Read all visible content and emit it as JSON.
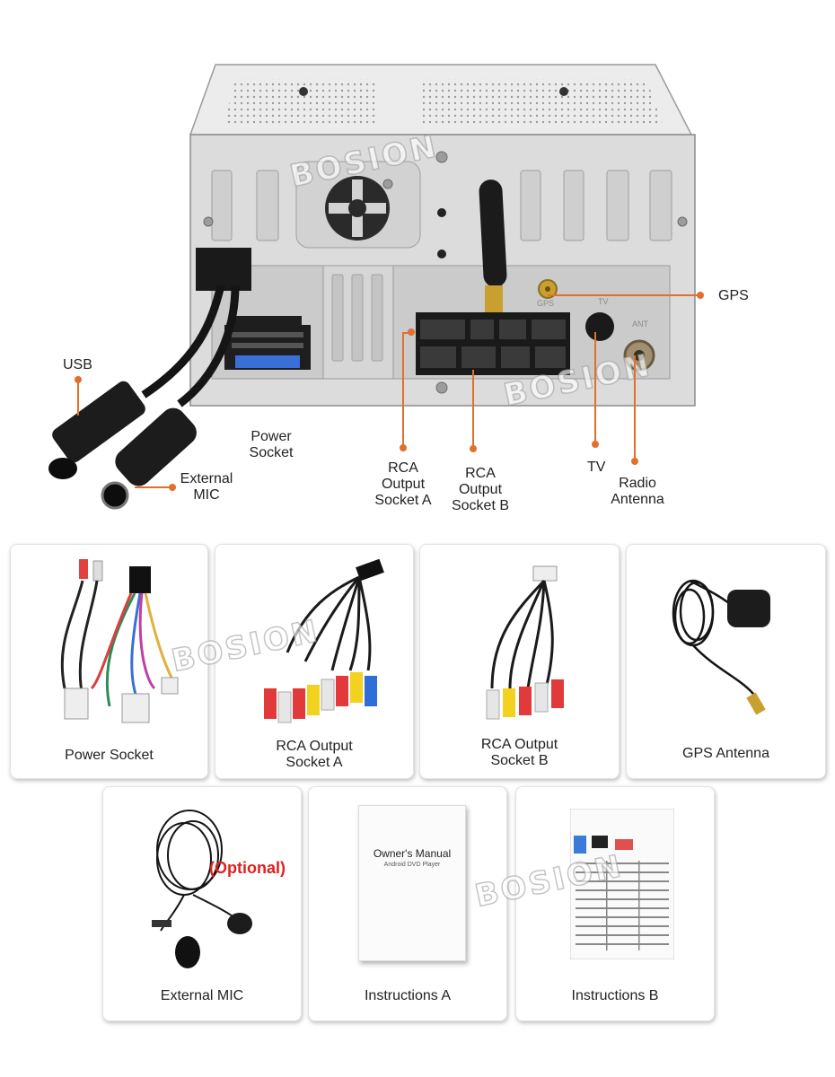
{
  "watermark": "BOSION",
  "accent_color": "#e0702a",
  "callouts": {
    "gps": "GPS",
    "usb": "USB",
    "power_socket": [
      "Power",
      "Socket"
    ],
    "external_mic": [
      "External",
      "MIC"
    ],
    "rca_a": [
      "RCA",
      "Output",
      "Socket A"
    ],
    "rca_b": [
      "RCA",
      "Output",
      "Socket B"
    ],
    "tv": "TV",
    "radio_antenna": [
      "Radio",
      "Antenna"
    ]
  },
  "panel_labels": {
    "gps_port": "GPS",
    "tv_port": "TV",
    "ant_port": "ANT"
  },
  "accessories": [
    {
      "caption": "Power Socket"
    },
    {
      "caption_lines": [
        "RCA Output",
        "Socket A"
      ]
    },
    {
      "caption_lines": [
        "RCA Output",
        "Socket B"
      ]
    },
    {
      "caption": "GPS Antenna"
    },
    {
      "caption": "External MIC",
      "badge": "(Optional)"
    },
    {
      "caption": "Instructions A",
      "manual_title": "Owner's Manual",
      "manual_subtitle": "Android DVD Player"
    },
    {
      "caption": "Instructions B"
    }
  ]
}
